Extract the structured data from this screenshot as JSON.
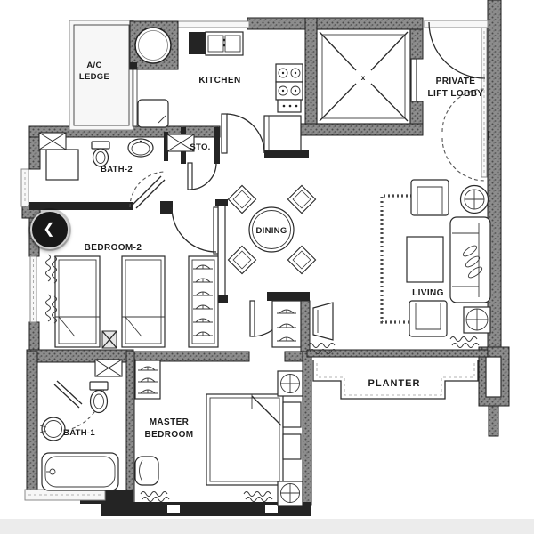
{
  "floorplan": {
    "labels": {
      "ac_ledge_line1": "A/C",
      "ac_ledge_line2": "LEDGE",
      "kitchen": "KITCHEN",
      "sto": "STO.",
      "bath2": "BATH-2",
      "private_lift_lobby_line1": "PRIVATE",
      "private_lift_lobby_line2": "LIFT LOBBY",
      "dining": "DINING",
      "bedroom2": "BEDROOM-2",
      "living": "LIVING",
      "master_line1": "MASTER",
      "master_line2": "BEDROOM",
      "bath1": "BATH-1",
      "planter": "PLANTER",
      "lift_cross": "x"
    },
    "colors": {
      "wall": "#8d8d8d",
      "line": "#2b2b2b",
      "background": "#ffffff",
      "letterbox": "#ececec"
    }
  },
  "carousel": {
    "previous_button_glyph": "❮",
    "button_colors": {
      "background": "#181818",
      "ring": "#cfcfcf",
      "glyph": "#ffffff"
    }
  }
}
